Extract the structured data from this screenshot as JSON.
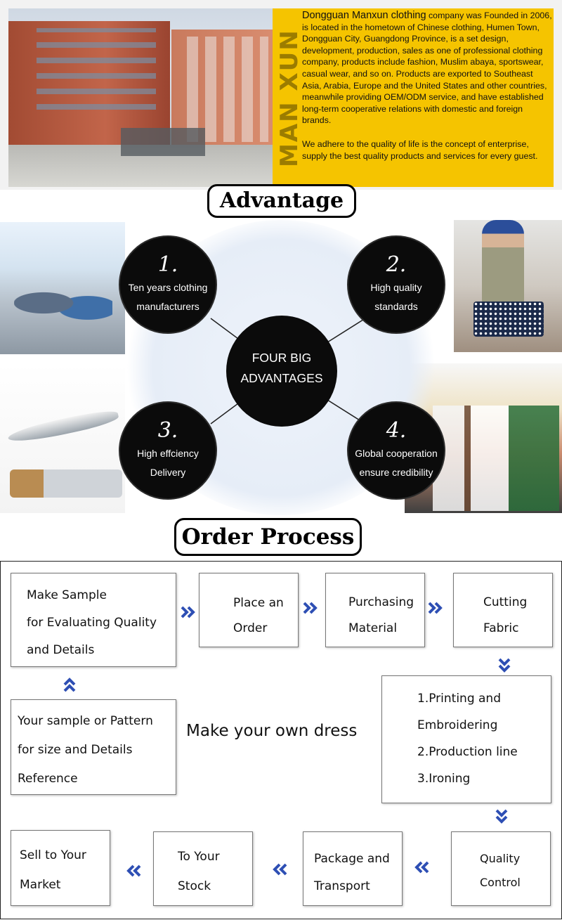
{
  "company": {
    "brand": "MAN XUN",
    "name": "Dongguan Manxun clothing",
    "intro": " company was Founded in 2006, is located in the hometown of Chinese clothing, Humen Town, Dongguan City, Guangdong Province, is a set design, development, production, sales as one of professional clothing company, products include fashion, Muslim abaya, sportswear, casual wear, and so on. Products are exported to Southeast Asia, Arabia, Europe and the United States and other countries, meanwhile providing OEM/ODM service, and have established long-term cooperative relations with domestic and foreign brands.",
    "mission": "We adhere to the quality of life is the concept of enterprise, supply the best quality products and services for every guest."
  },
  "advantage_title": "Advantage",
  "advantages": {
    "center": [
      "FOUR BIG",
      "ADVANTAGES"
    ],
    "items": [
      {
        "num": "1.",
        "line1": "Ten years clothing",
        "line2": "manufacturers"
      },
      {
        "num": "2.",
        "line1": "High quality",
        "line2": "standards"
      },
      {
        "num": "3.",
        "line1": "High effciency",
        "line2": "Delivery"
      },
      {
        "num": "4.",
        "line1": "Global cooperation",
        "line2": "ensure credibility"
      }
    ]
  },
  "order_title": "Order Process",
  "process": {
    "center_text": "Make your own dress",
    "steps": {
      "make_sample": [
        "Make Sample",
        "for Evaluating Quality",
        "and Details"
      ],
      "place_order": [
        "Place an",
        "Order"
      ],
      "purchasing": [
        "Purchasing",
        "Material"
      ],
      "cutting": [
        "Cutting",
        "Fabric"
      ],
      "your_sample": [
        "Your sample or Pattern",
        "for size and Details",
        "Reference"
      ],
      "printing": [
        "1.Printing and",
        "Embroidering",
        "2.Production line",
        "3.Ironing"
      ],
      "sell": [
        "Sell to Your",
        "Market"
      ],
      "stock": [
        "To Your",
        "Stock"
      ],
      "package": [
        "Package and",
        "Transport"
      ],
      "quality": [
        "Quality",
        "Control"
      ]
    }
  },
  "colors": {
    "accent_yellow": "#f5c400",
    "arrow_blue": "#2e4fb4"
  }
}
